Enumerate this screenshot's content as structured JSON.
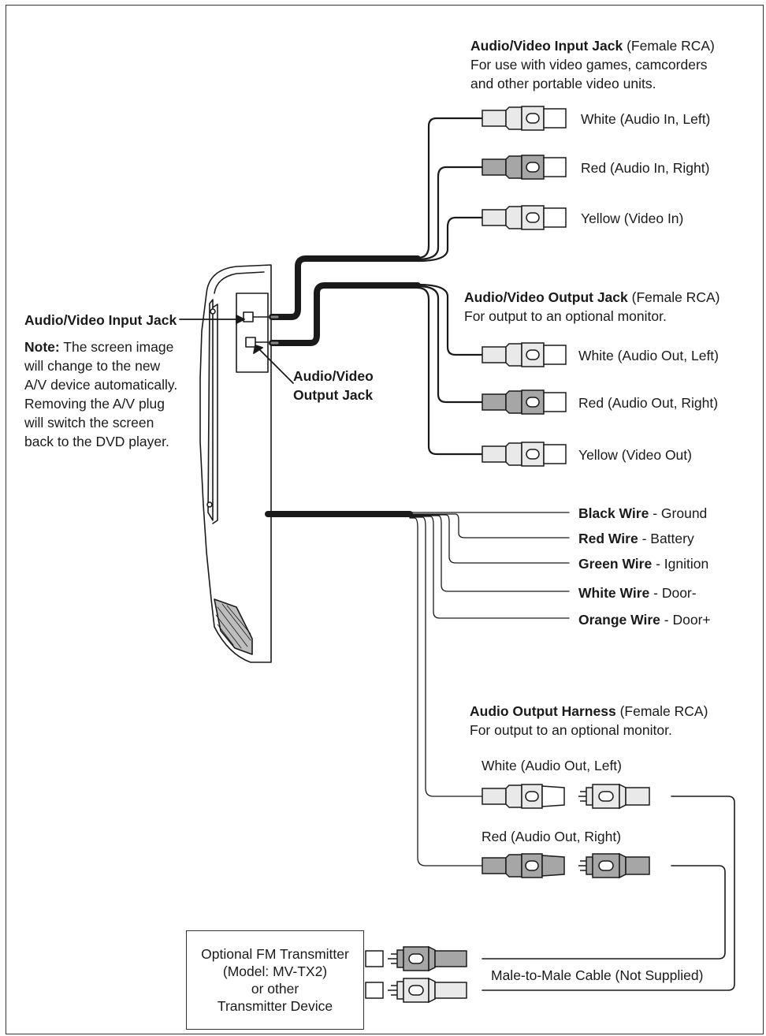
{
  "av_input_jack": {
    "title": "Audio/Video Input Jack",
    "suffix": "(Female RCA)",
    "desc_line1": "For use with video games, camcorders",
    "desc_line2": "and other portable video units.",
    "white": "White (Audio In, Left)",
    "red": "Red (Audio In, Right)",
    "yellow": "Yellow (Video In)"
  },
  "av_output_jack": {
    "title": "Audio/Video Output Jack",
    "suffix": "(Female RCA)",
    "desc": "For output to an optional monitor.",
    "white": "White (Audio Out, Left)",
    "red": "Red (Audio Out, Right)",
    "yellow": "Yellow (Video Out)"
  },
  "left_callout": {
    "title": "Audio/Video Input Jack",
    "note_label": "Note:",
    "note_l1": "The screen image",
    "note_l2": "will change to the new",
    "note_l3": "A/V device automatically.",
    "note_l4": "Removing the A/V plug",
    "note_l5": "will switch the screen",
    "note_l6": "back to the DVD player."
  },
  "output_callout": {
    "line1": "Audio/Video",
    "line2": "Output Jack"
  },
  "wires": [
    {
      "name": "Black Wire",
      "desc": "- Ground"
    },
    {
      "name": "Red Wire",
      "desc": "- Battery"
    },
    {
      "name": "Green Wire",
      "desc": "- Ignition"
    },
    {
      "name": "White Wire",
      "desc": "- Door-"
    },
    {
      "name": "Orange Wire",
      "desc": "- Door+"
    }
  ],
  "audio_harness": {
    "title": "Audio Output Harness",
    "suffix": "(Female RCA)",
    "desc": "For output to an optional monitor.",
    "white": "White (Audio Out, Left)",
    "red": "Red (Audio Out, Right)"
  },
  "fm_transmitter": {
    "line1": "Optional FM Transmitter",
    "line2": "(Model: MV-TX2)",
    "line3": "or other",
    "line4": "Transmitter Device"
  },
  "cable_label": "Male-to-Male Cable (Not Supplied)",
  "colors": {
    "line": "#1a1a1a",
    "plug_light": "#e9e9e9",
    "plug_dark": "#a6a6a6",
    "plug_mid": "#c8c8c8"
  }
}
